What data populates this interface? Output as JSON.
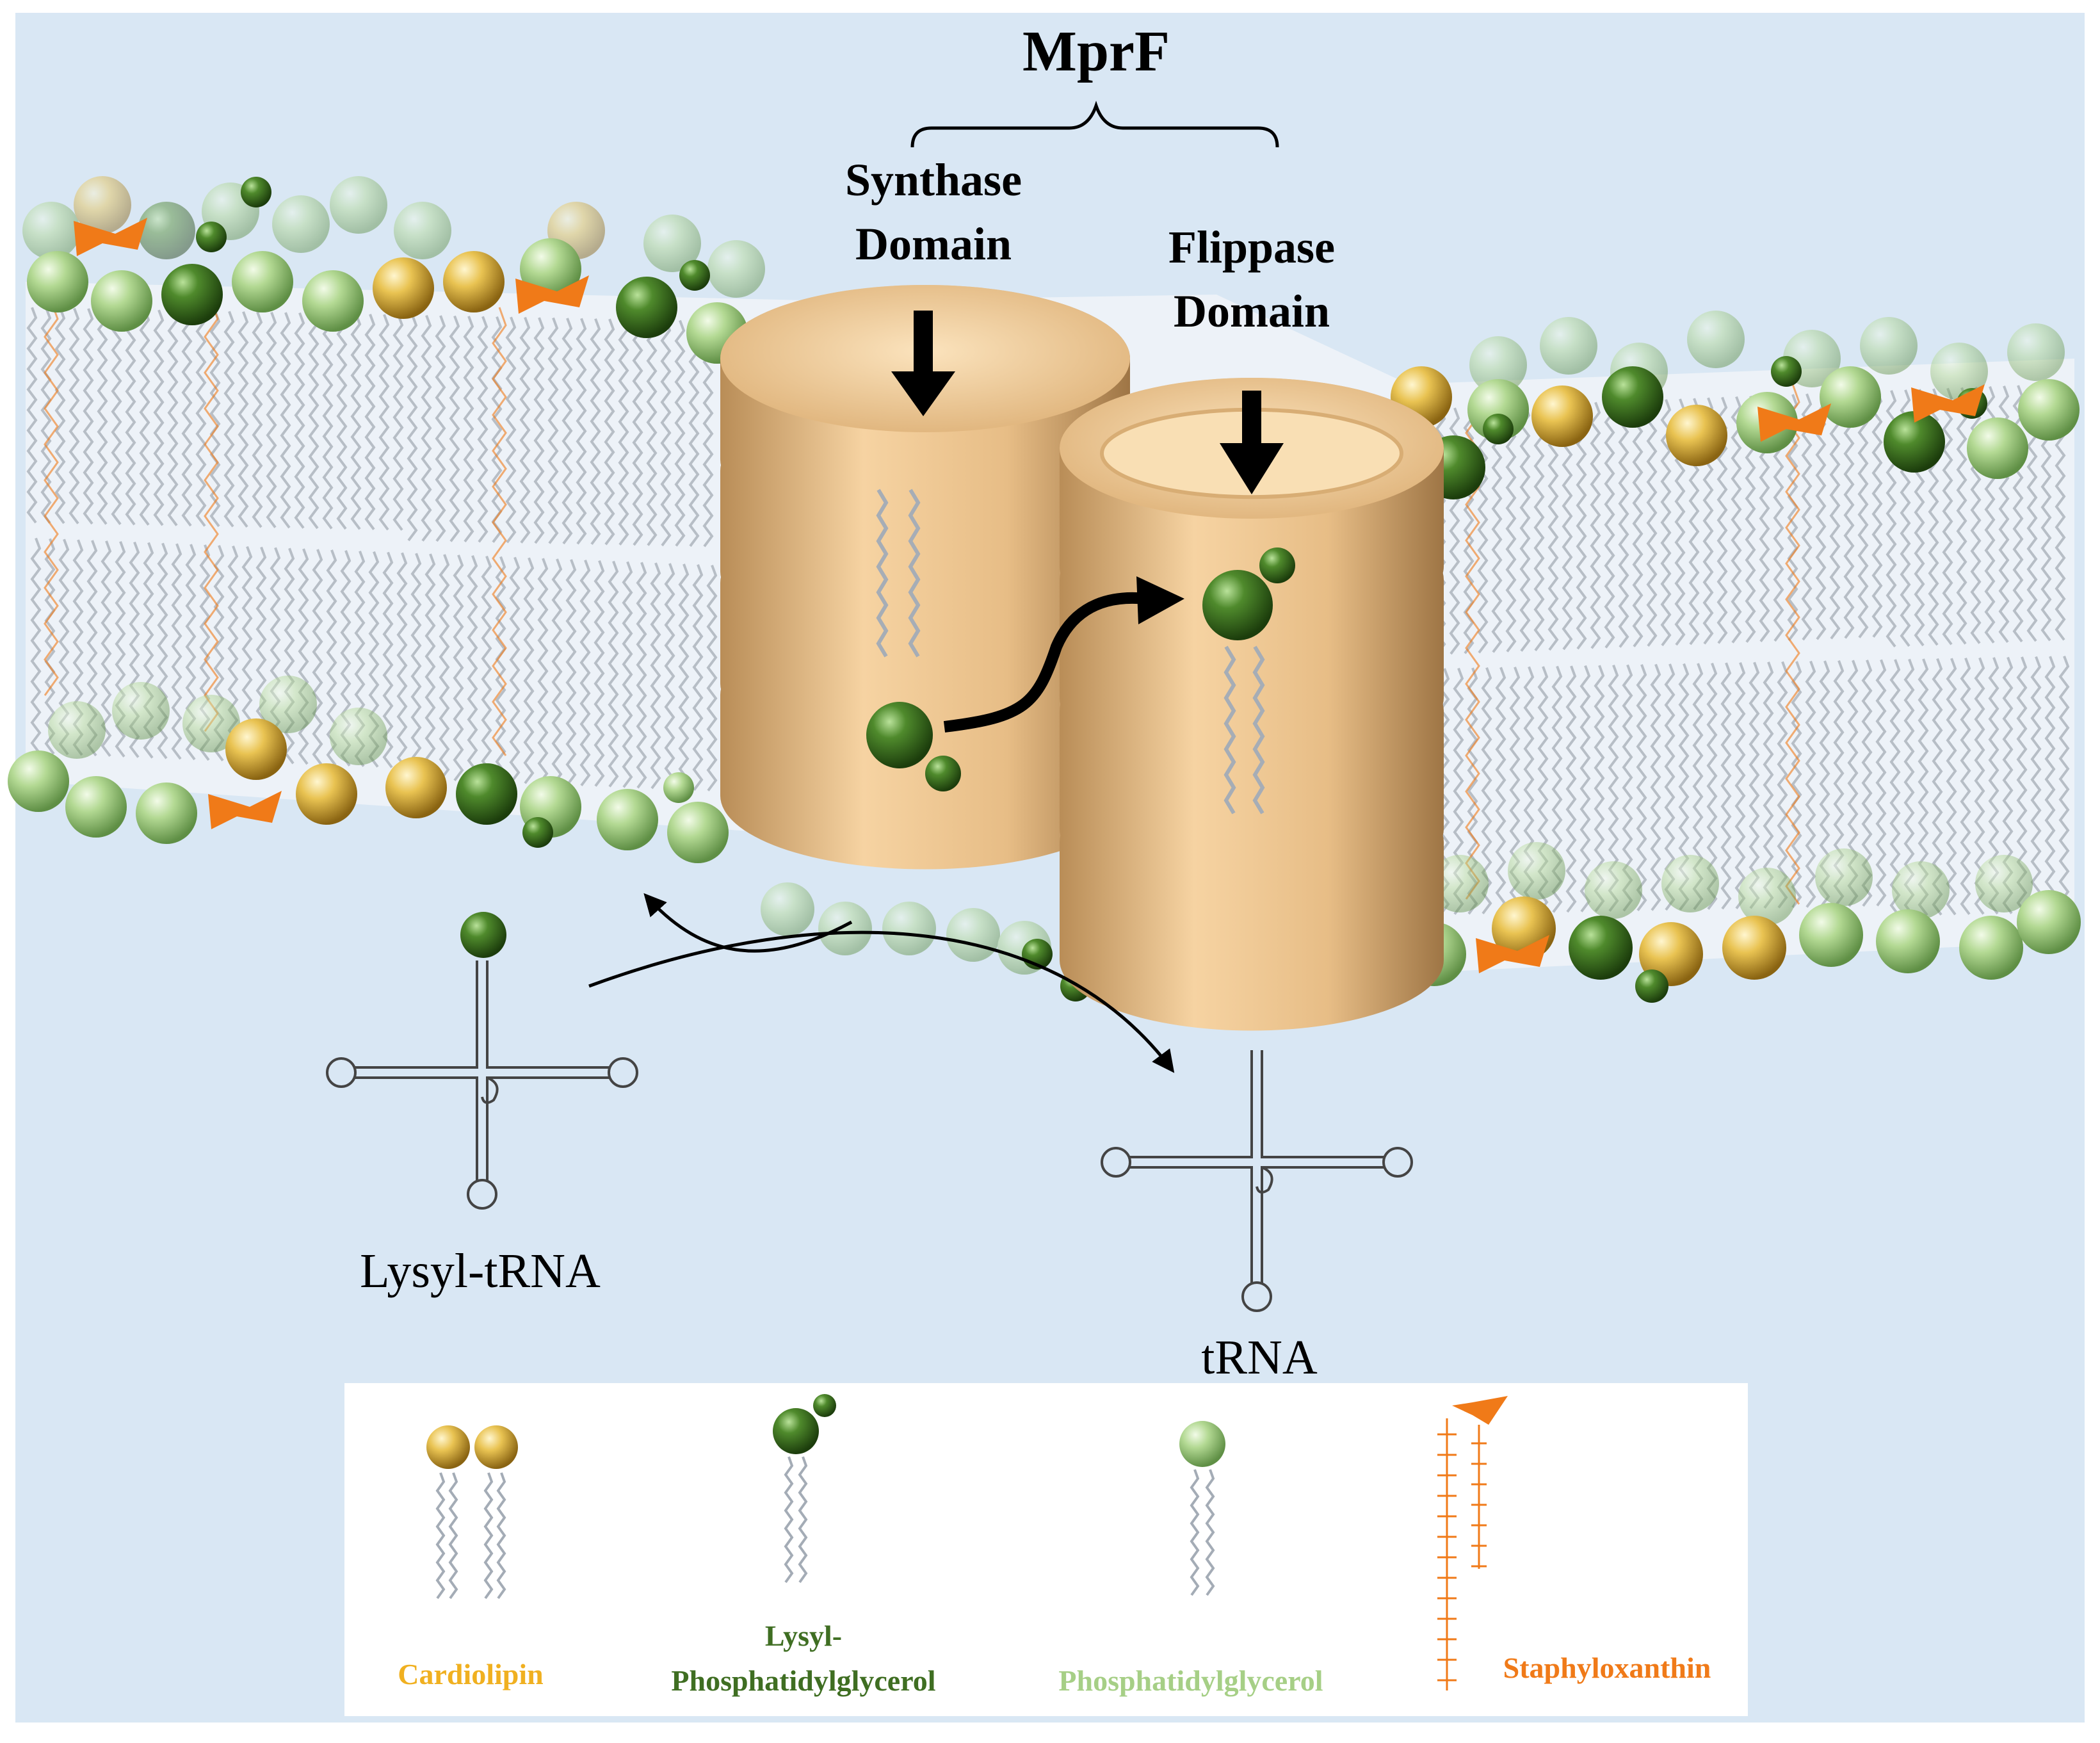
{
  "title": "MprF",
  "domains": {
    "synthase": {
      "line1": "Synthase",
      "line2": "Domain"
    },
    "flippase": {
      "line1": "Flippase",
      "line2": "Domain"
    }
  },
  "molecules": {
    "lysyl_trna": "Lysyl-tRNA",
    "trna": "tRNA"
  },
  "legend": {
    "cardiolipin": {
      "label": "Cardiolipin",
      "color": "#f0b020"
    },
    "lysyl_pg": {
      "line1": "Lysyl-",
      "line2": "Phosphatidylglycerol",
      "color": "#3f6e22"
    },
    "pg": {
      "label": "Phosphatidylglycerol",
      "color": "#a6cf86"
    },
    "staphyloxanthin": {
      "label": "Staphyloxanthin",
      "color": "#f07a18"
    }
  },
  "colors": {
    "background": "#d9e7f4",
    "protein": "#f1c892",
    "lipid_tail": "#9aa3ae",
    "carotenoid": "#f07a18"
  }
}
